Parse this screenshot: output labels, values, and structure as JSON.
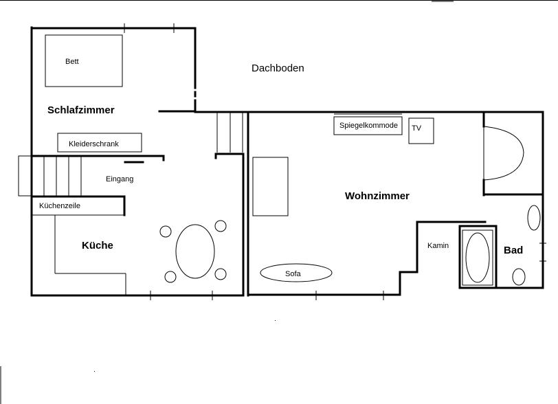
{
  "rooms": {
    "schlafzimmer": "Schlafzimmer",
    "dachboden": "Dachboden",
    "wohnzimmer": "Wohnzimmer",
    "kueche": "Küche",
    "bad": "Bad"
  },
  "furniture": {
    "bett": "Bett",
    "kleiderschrank": "Kleiderschrank",
    "eingang": "Eingang",
    "kuechenzeile": "Küchenzeile",
    "spiegelkommode": "Spiegelkommode",
    "tv": "TV",
    "kamin": "Kamin",
    "sofa": "Sofa"
  }
}
